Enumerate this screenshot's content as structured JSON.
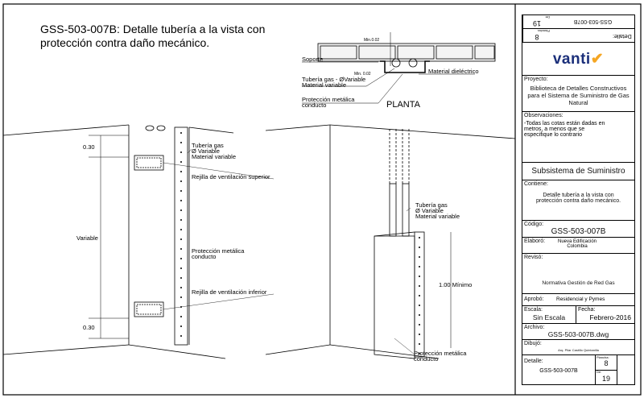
{
  "title": "GSS-503-007B:  Detalle tubería a la vista con protección contra daño mecánico.",
  "title_line1": "GSS-503-007B:  Detalle tubería a la vista con",
  "title_line2": "protección contra daño mecánico.",
  "plan": {
    "heading": "PLANTA",
    "min_top": "Min.0.02",
    "min_bottom": "Min. 0.02",
    "soporte": "Soporte",
    "tuberia_1": "Tubería gas - ØVariable",
    "tuberia_2": "Material variable",
    "proteccion_1": "Protección metálica",
    "proteccion_2": "conducto",
    "dielectrico": "Material dieléctrico"
  },
  "elevation_left": {
    "dim_top": "0.30",
    "dim_mid": "Variable",
    "dim_bottom": "0.30",
    "tuberia_1": "Tubería gas",
    "tuberia_2": "Ø Variable",
    "tuberia_3": "Material variable",
    "rejilla_sup": "Rejilla de ventilación superior",
    "proteccion_1": "Protección metálica",
    "proteccion_2": "conducto",
    "rejilla_inf": "Rejilla de ventilación inferior"
  },
  "elevation_right": {
    "tuberia_1": "Tubería gas",
    "tuberia_2": "Ø Variable",
    "tuberia_3": "Material variable",
    "minimo": "1.00 Mínimo",
    "proteccion_1": "Protección metálica",
    "proteccion_2": "conducto"
  },
  "title_block": {
    "top_de_value": "19",
    "top_de_label": "De:",
    "top_code": "GSS-503-007B",
    "top_plancha_value": "8",
    "top_plancha_label": "Plancha:",
    "top_detalle_label": "Detalle:",
    "logo": "vanti",
    "brand_color": "#f5a623",
    "logo_color": "#1b2f7a",
    "proyecto_label": "Proyecto:",
    "proyecto_value": "Biblioteca de Detalles Constructivos para el Sistema de Suministro de Gas Natural",
    "observaciones_label": "Observaciones:",
    "observaciones_value": "-Todas las cotas están dadas en metros, a menos que se especifique lo contrario",
    "subsistema": "Subsistema de Suministro",
    "contiene_label": "Contiene:",
    "contiene_value": "Detalle tubería a la vista con protección contra daño mecánico.",
    "codigo_label": "Código:",
    "codigo_value": "GSS-503-007B",
    "elaboro_label": "Elaboró:",
    "elaboro_value": "Nueva Edificación Colombia",
    "reviso_label": "Revisó:",
    "reviso_value": "Normativa Gestión de Red Gas",
    "aprobo_label": "Aprobó:",
    "aprobo_value": "Residencial y Pymes",
    "escala_label": "Escala:",
    "escala_value": "Sin Escala",
    "fecha_label": "Fecha:",
    "fecha_value": "Febrero-2016",
    "archivo_label": "Archivo:",
    "archivo_value": "GSS-503-007B.dwg",
    "dibujo_label": "Dibujó:",
    "dibujo_value": "Arq. Pilar Castillo Quintanilla",
    "detalle_label": "Detalle:",
    "detalle_value": "GSS-503-007B",
    "plancha_label": "Plancha:",
    "plancha_value": "8",
    "de_label": "De:",
    "de_value": "19"
  }
}
